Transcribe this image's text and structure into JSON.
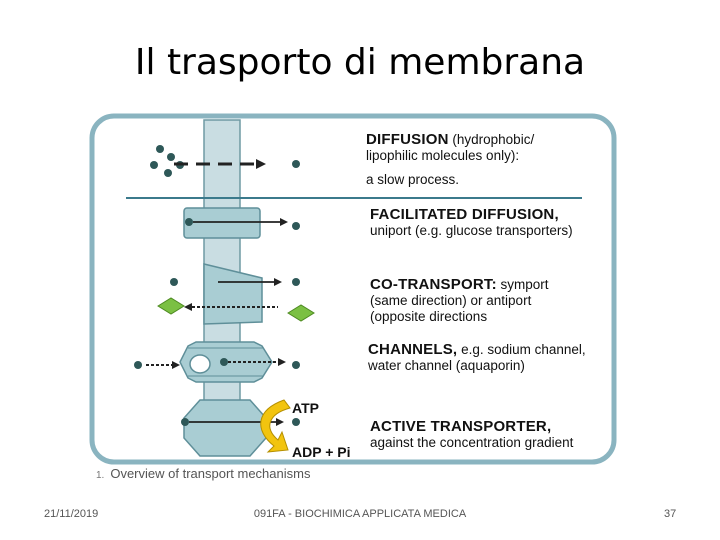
{
  "slide": {
    "title": "Il trasporto di membrana",
    "footer": {
      "date": "21/11/2019",
      "course": "091FA - BIOCHIMICA APPLICATA MEDICA",
      "page": "37"
    }
  },
  "diagram": {
    "rows": [
      {
        "heading": "DIFFUSION",
        "rest": " (hydrophobic/",
        "lines": [
          "lipophilic molecules only):",
          "a slow process."
        ]
      },
      {
        "heading": "FACILITATED DIFFUSION,",
        "rest": "",
        "lines": [
          "uniport (e.g. glucose transporters)"
        ]
      },
      {
        "heading": "CO-TRANSPORT:",
        "rest": " symport",
        "lines": [
          "(same direction) or antiport",
          "(opposite directions"
        ]
      },
      {
        "heading": "CHANNELS,",
        "rest": " e.g. sodium channel,",
        "lines": [
          "water channel (aquaporin)"
        ]
      },
      {
        "heading": "ACTIVE TRANSPORTER,",
        "rest": "",
        "lines": [
          "against the concentration gradient"
        ]
      }
    ],
    "atp_label": "ATP",
    "adp_label": "ADP + Pi",
    "caption_number": "1.",
    "caption": "Overview of transport mechanisms",
    "colors": {
      "frame": "#8ab4c0",
      "membrane": "#c9dde2",
      "protein": "#a9cdd3",
      "molecule": "#2e5858",
      "ligand": "#7bc043",
      "energy_arrow": "#f2c40f"
    }
  }
}
